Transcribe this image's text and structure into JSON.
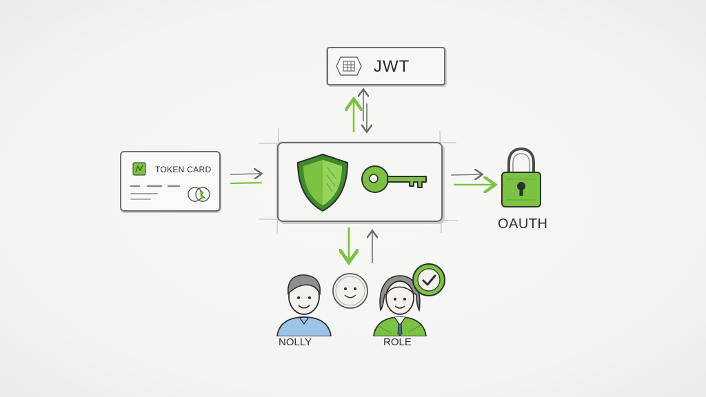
{
  "jwt": {
    "label": "JWT",
    "icon": "token-chip-icon"
  },
  "token_card": {
    "label": "TOKEN CARD",
    "icon": "chip-icon"
  },
  "central": {
    "shield_icon": "shield-icon",
    "key_icon": "key-icon"
  },
  "oauth": {
    "label": "OAUTH",
    "icon": "padlock-icon"
  },
  "users": [
    {
      "label": "NOLLY",
      "icon": "user-avatar-icon"
    },
    {
      "label": "ROLE",
      "icon": "user-avatar-icon"
    }
  ],
  "colors": {
    "accent_green": "#7cc242",
    "dark_green": "#3f8a2a",
    "line_gray": "#6b6b6b",
    "shirt_blue": "#9cc4e8"
  }
}
